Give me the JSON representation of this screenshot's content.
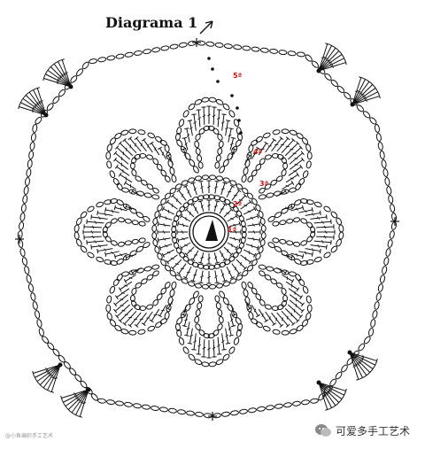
{
  "title": "Diagrama 1",
  "round_labels": [
    {
      "key": "r1",
      "text": "1ª"
    },
    {
      "key": "r2",
      "text": "2ª"
    },
    {
      "key": "r3",
      "text": "3ª"
    },
    {
      "key": "r4",
      "text": "4ª"
    },
    {
      "key": "r5",
      "text": "5ª"
    }
  ],
  "watermark": {
    "left_text": "@小鱼编织手工艺术",
    "right_text": "可爱多手工艺术"
  },
  "colors": {
    "ink": "#111111",
    "round_label": "#cc1111"
  },
  "icons": [
    "start-arrow-icon",
    "finish-arrow-icon",
    "wechat-logo-icon"
  ]
}
